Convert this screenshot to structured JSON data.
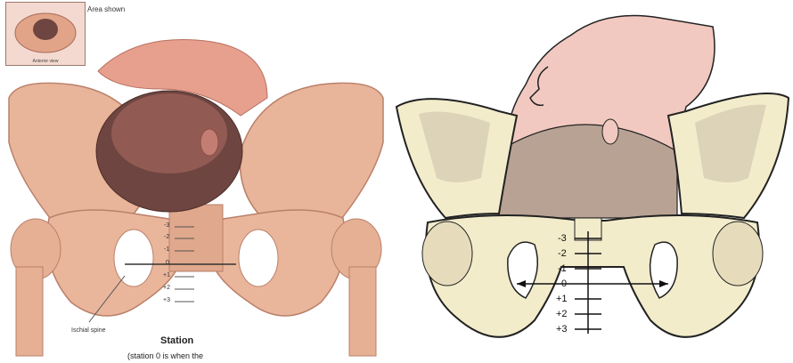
{
  "left_diagram": {
    "inset_note": "Area shown",
    "inset_caption": "Anterior view",
    "station_ticks": [
      "-3",
      "-2",
      "-1",
      "0",
      "+1",
      "+2",
      "+3"
    ],
    "ischial_spine_label": "Ischial spine",
    "title": "Station",
    "caption": "(station 0 is when the"
  },
  "right_diagram": {
    "station_ticks": [
      "-3",
      "-2",
      "-1",
      "0",
      "+1",
      "+2",
      "+3"
    ]
  },
  "colors": {
    "bone_left": "#e8b49a",
    "bone_right": "#f3eccb",
    "head_left": "#6e4540",
    "skin_right": "#f2c9c0"
  }
}
